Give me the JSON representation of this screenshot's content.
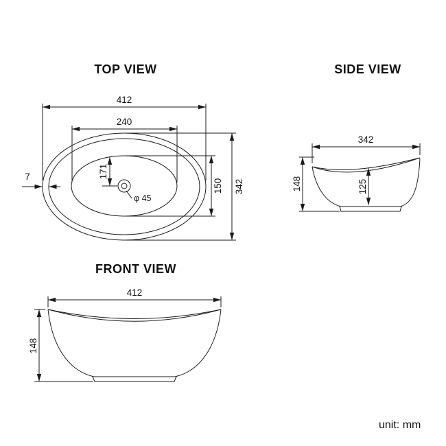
{
  "unit_label": "unit: mm",
  "views": {
    "top": {
      "title": "TOP VIEW",
      "dims": {
        "outer_width": "412",
        "inner_width": "240",
        "center_offset": "171",
        "inner_length": "150",
        "outer_length": "342",
        "rim_thickness": "7",
        "drain_diameter": "φ 45"
      }
    },
    "side": {
      "title": "SIDE VIEW",
      "dims": {
        "width": "342",
        "height": "148",
        "inner_depth": "125"
      }
    },
    "front": {
      "title": "FRONT VIEW",
      "dims": {
        "width": "412",
        "height": "148"
      }
    }
  },
  "colors": {
    "line": "#1a1a1a",
    "background": "#ffffff"
  }
}
